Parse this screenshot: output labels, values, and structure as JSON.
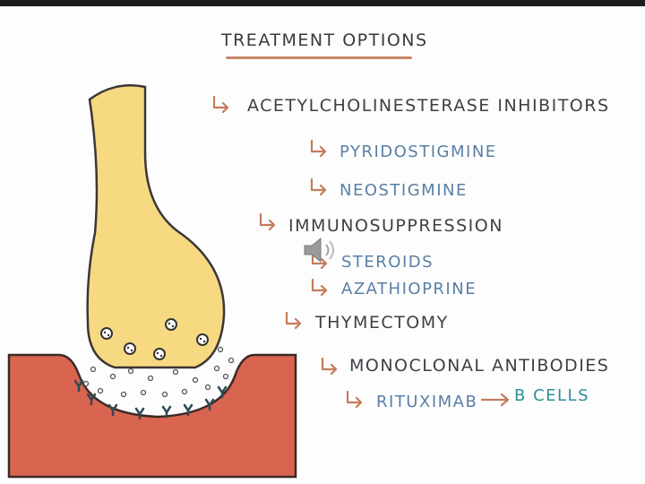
{
  "title": "TREATMENT OPTIONS",
  "items": [
    {
      "label": "ACETYLCHOLINESTERASE INHIBITORS",
      "level": 1,
      "children": [
        "PYRIDOSTIGMINE",
        "NEOSTIGMINE"
      ]
    },
    {
      "label": "IMMUNOSUPPRESSION",
      "level": 1,
      "children": [
        "STEROIDS",
        "AZATHIOPRINE"
      ]
    },
    {
      "label": "THYMECTOMY",
      "level": 1,
      "children": []
    },
    {
      "label": "MONOCLONAL ANTIBODIES",
      "level": 1,
      "children": [
        {
          "name": "RITUXIMAB",
          "target": "B CELLS"
        }
      ]
    }
  ],
  "colors": {
    "heading": "#3a3a3a",
    "level1": "#3f3f46",
    "drug": "#5a7fa6",
    "target": "#2f8f96",
    "title_underline": "#c98868",
    "nerve_terminal": "#f7d982",
    "muscle": "#d9644f"
  },
  "icons": [
    "hook-arrow-icon",
    "arrow-right-icon",
    "speaker-icon",
    "acetylcholine-vesicle-icon",
    "acetylcholine-receptor-icon"
  ]
}
